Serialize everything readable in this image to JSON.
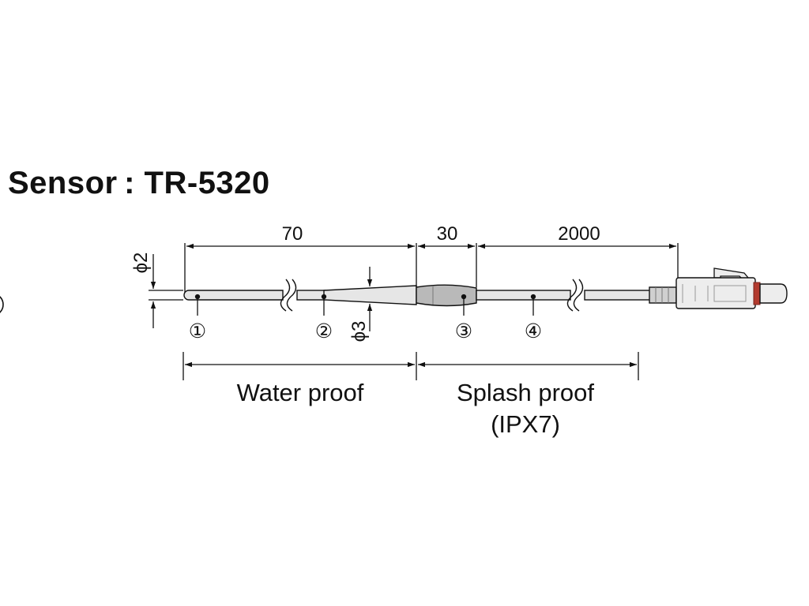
{
  "title": "Sensor : TR-5320",
  "dimensions": {
    "d_tip": "ϕ2",
    "d_body": "ϕ3",
    "len_1": "70",
    "len_2": "30",
    "len_3": "2000"
  },
  "callouts": [
    "①",
    "②",
    "③",
    "④"
  ],
  "zones": {
    "water": "Water proof",
    "splash": "Splash proof",
    "splash_rating": "(IPX7)"
  },
  "colors": {
    "line": "#111111",
    "probe_fill": "#e6e6e6",
    "sleeve_fill": "#b9b9b9",
    "connector_fill": "#ededed",
    "ring": "#b23a2e"
  }
}
